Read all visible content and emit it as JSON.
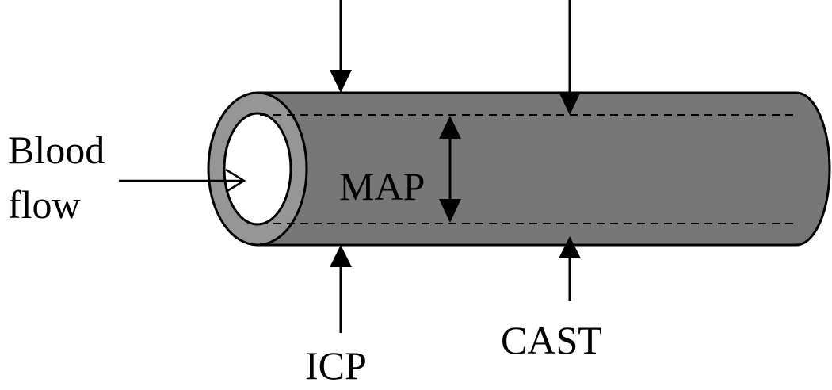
{
  "labels": {
    "blood_flow_line1": "Blood",
    "blood_flow_line2": "flow",
    "map": "MAP",
    "icp": "ICP",
    "cast": "CAST"
  },
  "colors": {
    "vessel_wall": "#777777",
    "vessel_inner_face": "#969696",
    "lumen": "#ffffff",
    "stroke": "#000000"
  }
}
